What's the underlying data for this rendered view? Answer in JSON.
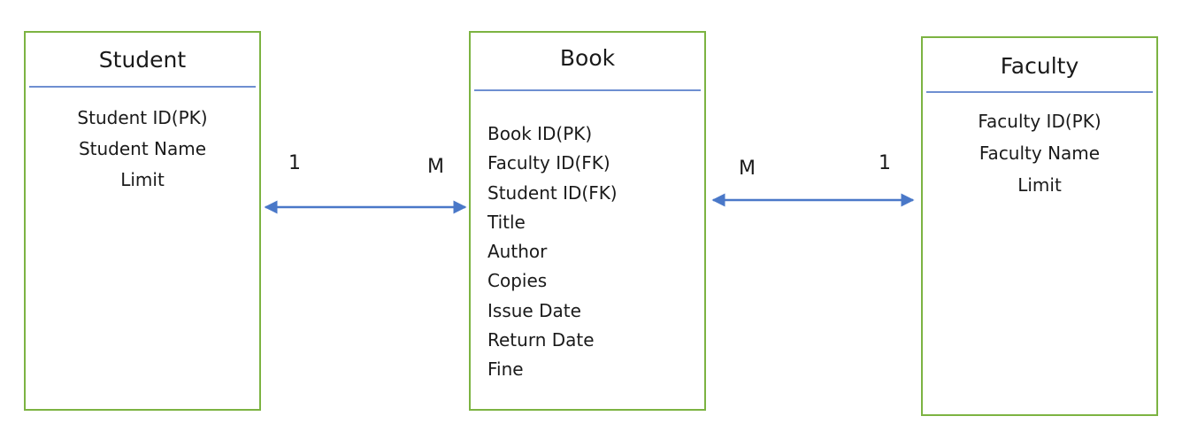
{
  "entities": {
    "student": {
      "title": "Student",
      "attributes": [
        "Student ID(PK)",
        "Student Name",
        "Limit"
      ]
    },
    "book": {
      "title": "Book",
      "attributes": [
        "Book ID(PK)",
        "Faculty ID(FK)",
        "Student ID(FK)",
        "Title",
        "Author",
        "Copies",
        "Issue Date",
        "Return Date",
        "Fine"
      ]
    },
    "faculty": {
      "title": "Faculty",
      "attributes": [
        "Faculty ID(PK)",
        "Faculty Name",
        "Limit"
      ]
    }
  },
  "relationships": {
    "student_book": {
      "left_card": "1",
      "right_card": "M"
    },
    "book_faculty": {
      "left_card": "M",
      "right_card": "1"
    }
  },
  "colors": {
    "entity_border": "#7cb342",
    "divider": "#6e8fd1",
    "arrow": "#4a78c8"
  }
}
